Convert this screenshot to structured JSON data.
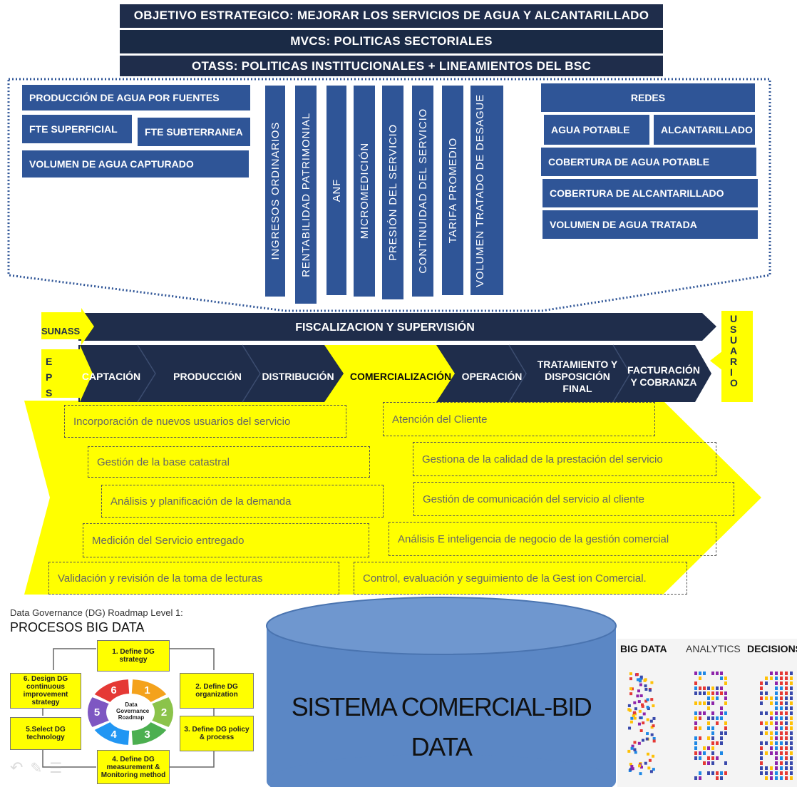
{
  "header": {
    "objetivo": "OBJETIVO ESTRATEGICO: MEJORAR LOS SERVICIOS DE AGUA Y ALCANTARILLADO",
    "mvcs": "MVCS: POLITICAS SECTORIALES",
    "otass": "OTASS: POLITICAS INSTITUCIONALES + LINEAMIENTOS DEL BSC"
  },
  "left_blocks": {
    "produccion": "PRODUCCIÓN DE AGUA POR FUENTES",
    "fte_superficial": "FTE SUPERFICIAL",
    "fte_subterranea": "FTE SUBTERRANEA",
    "volumen_capturado": "VOLUMEN DE AGUA CAPTURADO"
  },
  "vertical_indicators": [
    "INGRESOS ORDINARIOS",
    "RENTABILIDAD PATRIMONIAL",
    "ANF",
    "MICROMEDICIÓN",
    "PRESIÓN DEL SERVICIO",
    "CONTINUIDAD DEL SERVICIO",
    "TARIFA PROMEDIO",
    "VOLUMEN TRATADO DE DESAGUE"
  ],
  "right_blocks": {
    "redes": "REDES",
    "agua_potable": "AGUA POTABLE",
    "alcantarillado": "ALCANTARILLADO",
    "cobertura_agua": "COBERTURA DE AGUA POTABLE",
    "cobertura_alcantarillado": "COBERTURA  DE ALCANTARILLADO",
    "volumen_tratada": "VOLUMEN DE AGUA TRATADA"
  },
  "process": {
    "sunass_label": "SUNASS",
    "fiscalizacion": "FISCALIZACION Y SUPERVISIÓN",
    "eps_label": "E P S",
    "usuario_label": "U S U A R I O",
    "steps": [
      "CAPTACIÓN",
      "PRODUCCIÓN",
      "DISTRIBUCIÓN",
      "COMERCIALIZACIÓN",
      "OPERACIÓN",
      "TRATAMIENTO Y DISPOSICIÓN FINAL",
      "FACTURACIÓN Y COBRANZA"
    ]
  },
  "commercial_tasks": [
    "Incorporación de nuevos usuarios del servicio",
    "Atención del Cliente",
    "Gestión de la base catastral",
    "Gestiona de la calidad de la prestación del servicio",
    "Análisis y planificación de la demanda",
    "Gestión de comunicación del servicio al cliente",
    "Medición del Servicio entregado",
    "Análisis E inteligencia de negocio de la gestión comercial",
    "Validación y revisión de la toma de lecturas",
    "Control, evaluación y seguimiento de la Gest ion Comercial."
  ],
  "data_governance": {
    "caption": "Data Governance (DG) Roadmap Level 1:",
    "title": "PROCESOS BIG DATA",
    "center": "Data Governance Roadmap",
    "steps": [
      "1. Define DG strategy",
      "2. Define DG organization",
      "3. Define DG policy & process",
      "4. Define DG measurement & Monitoring method",
      "5.Select DG technology",
      "6. Design DG continuous improvement strategy"
    ],
    "numbers": [
      "1",
      "2",
      "3",
      "4",
      "5",
      "6"
    ],
    "colors": [
      "#f4a21c",
      "#8bc34a",
      "#4caf50",
      "#2196f3",
      "#7e57c2",
      "#e53935"
    ]
  },
  "database": {
    "label": "SISTEMA COMERCIAL-BID DATA",
    "color": "#5b87c5"
  },
  "bigdata_panel": {
    "big_data": "BIG DATA",
    "analytics": "ANALYTICS",
    "decisions": "DECISIONS"
  },
  "colors": {
    "navy": "#1f2d4b",
    "block_blue": "#2f5597",
    "yellow": "#ffff00"
  }
}
